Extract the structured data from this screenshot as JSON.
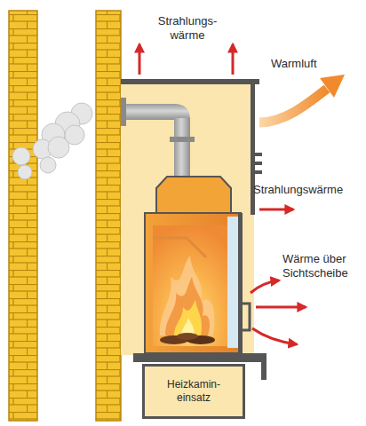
{
  "diagram": {
    "nodes": [
      {
        "text": [
          "Heizkamin- einsatz"
        ]
      }
    ],
    "labels": [
      "Strahlungs- wärme",
      "Warmluft",
      "Strahlungswärme",
      "Wärme über Sichtscheibe"
    ]
  }
}
